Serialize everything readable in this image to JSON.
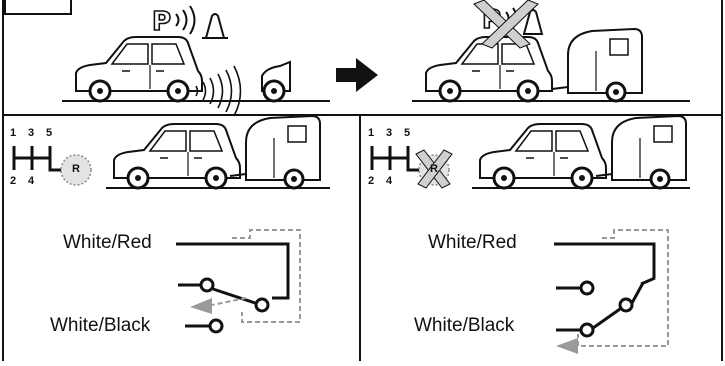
{
  "colors": {
    "ink": "#111111",
    "grey": "#9a9a9a",
    "light_grey": "#cfcfcf",
    "background": "#ffffff"
  },
  "icons": [
    "parking-sensor-icon",
    "arrow-right-icon",
    "sensor-disabled-icon",
    "gear-shift-icon",
    "switch-icon"
  ],
  "panels": {
    "top": {
      "sensor_symbol": "P",
      "arrow": "arrow-right-icon"
    },
    "bottom_left": {
      "gear_numbers_top": [
        "1",
        "3",
        "5"
      ],
      "gear_numbers_bottom": [
        "2",
        "4"
      ],
      "reverse_label": "R",
      "wire_top_label": "White/Red",
      "wire_bottom_label": "White/Black"
    },
    "bottom_right": {
      "gear_numbers_top": [
        "1",
        "3",
        "5"
      ],
      "gear_numbers_bottom": [
        "2",
        "4"
      ],
      "reverse_label": "R",
      "wire_top_label": "White/Red",
      "wire_bottom_label": "White/Black"
    }
  }
}
